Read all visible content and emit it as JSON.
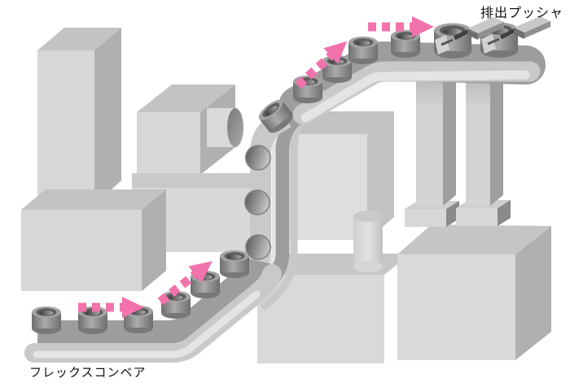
{
  "labels": {
    "pusher": "排出プッシャ",
    "conveyor": "フレックスコンベア"
  },
  "colors": {
    "accent_pink": "#f272ab",
    "machine_front": "#d7d7d7",
    "machine_top": "#c3c3c3",
    "machine_side": "#b0b0b0",
    "track_dark": "#9d9d9d",
    "track_light": "#c9c9c9",
    "track_highlight": "#e4e4e4",
    "background": "#ffffff"
  },
  "flow_arrows": [
    {
      "name": "flow-arrow-bottom-run",
      "direction": "right"
    },
    {
      "name": "flow-arrow-lower-incline",
      "direction": "up-right"
    },
    {
      "name": "flow-arrow-upper-incline",
      "direction": "up-right"
    },
    {
      "name": "flow-arrow-top-run",
      "direction": "right"
    }
  ],
  "counts": {
    "workpiece_pucks": 16,
    "discharge_pushers": 2,
    "machine_blocks": 7
  }
}
